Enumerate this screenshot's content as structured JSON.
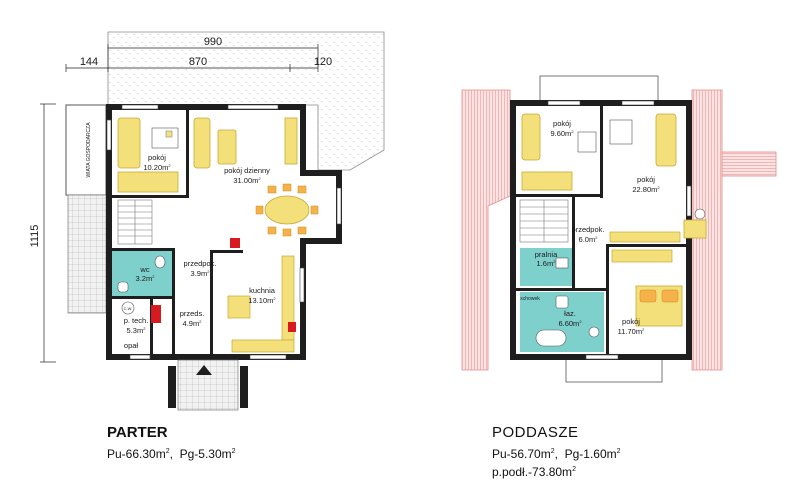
{
  "ground_floor": {
    "title": "PARTER",
    "areas": [
      {
        "main": "Pu-66.30m",
        "sup": "2",
        "tail": ",  "
      },
      {
        "main": "Pg-5.30m",
        "sup": "2",
        "tail": ""
      }
    ],
    "dimensions": {
      "width_total": "990",
      "left_part": "144",
      "middle_part": "870",
      "right_part": "120",
      "height_total": "1115"
    },
    "side_label": "WIATA GOSPODARCZA",
    "rooms": [
      {
        "name": "pokój",
        "area": "10.20m",
        "sup": "2"
      },
      {
        "name": "pokój dzienny",
        "area": "31.00m",
        "sup": "2"
      },
      {
        "name": "przedpok.",
        "area": "3.9m",
        "sup": "2"
      },
      {
        "name": "wc",
        "area": "3.2m",
        "sup": "2"
      },
      {
        "name": "kuchnia",
        "area": "13.10m",
        "sup": "2"
      },
      {
        "name": "p. tech.",
        "area": "5.3m",
        "sup": "2"
      },
      {
        "name": "przeds.",
        "area": "4.9m",
        "sup": "2"
      },
      {
        "name": "opał",
        "area": "",
        "sup": ""
      }
    ],
    "fixture_label": "C.W."
  },
  "attic": {
    "title": "PODDASZE",
    "areas": [
      {
        "main": "Pu-56.70m",
        "sup": "2",
        "tail": ",  "
      },
      {
        "main": "Pg-1.60m",
        "sup": "2",
        "tail": ""
      }
    ],
    "extra_area": {
      "main": "p.podł.-73.80m",
      "sup": "2"
    },
    "rooms": [
      {
        "name": "pokój",
        "area": "9.60m",
        "sup": "2"
      },
      {
        "name": "pokój",
        "area": "22.80m",
        "sup": "2"
      },
      {
        "name": "przedpok.",
        "area": "6.0m",
        "sup": "2"
      },
      {
        "name": "pralnia",
        "area": "1.6m",
        "sup": "2"
      },
      {
        "name": "łaz.",
        "area": "6.60m",
        "sup": "2"
      },
      {
        "name": "pokój",
        "area": "11.70m",
        "sup": "2"
      },
      {
        "name": "schowek",
        "area": "",
        "sup": ""
      }
    ]
  },
  "colors": {
    "wall": "#1e1e1e",
    "furniture": "#f3e07a",
    "furniture_edge": "#c9a833",
    "bathroom": "#7ed0cc",
    "roof_hatch": "#e58a8a",
    "glass": "#b7e3f0",
    "paving": "#d9d9d9",
    "chimney": "#d71920"
  }
}
